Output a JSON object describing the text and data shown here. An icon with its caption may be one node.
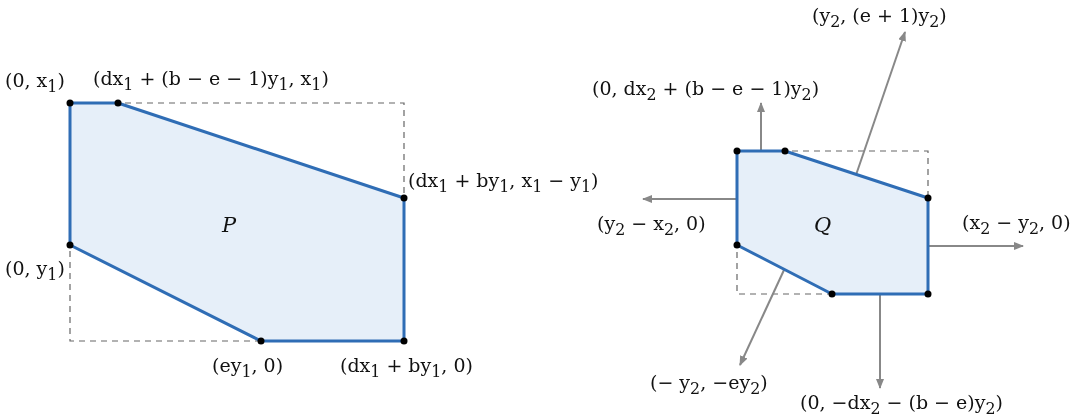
{
  "diagram": {
    "nodes": [
      {
        "text": [
          "P"
        ]
      },
      {
        "text": [
          "Q"
        ]
      }
    ],
    "labels": [
      "(0, x$_{1}$)",
      "(dx$_{1}$ + (b − e − 1)y$_{1}$, x$_{1}$)",
      "(dx$_{1}$ + by$_{1}$, x$_{1}$ − y$_{1}$)",
      "(0, y$_{1}$)",
      "(ey$_{1}$, 0)",
      "(dx$_{1}$ + by$_{1}$, 0)",
      "(y$_{2}$, (e + 1)y$_{2}$)",
      "(0, dx$_{2}$ + (b − e − 1)y$_{2}$)",
      "(y$_{2}$ − x$_{2}$, 0)",
      "(x$_{2}$ − y$_{2}$, 0)",
      "(− y$_{2}$, −ey$_{2}$)",
      "(0, −dx$_{2}$ − (b − e)y$_{2}$)"
    ]
  }
}
